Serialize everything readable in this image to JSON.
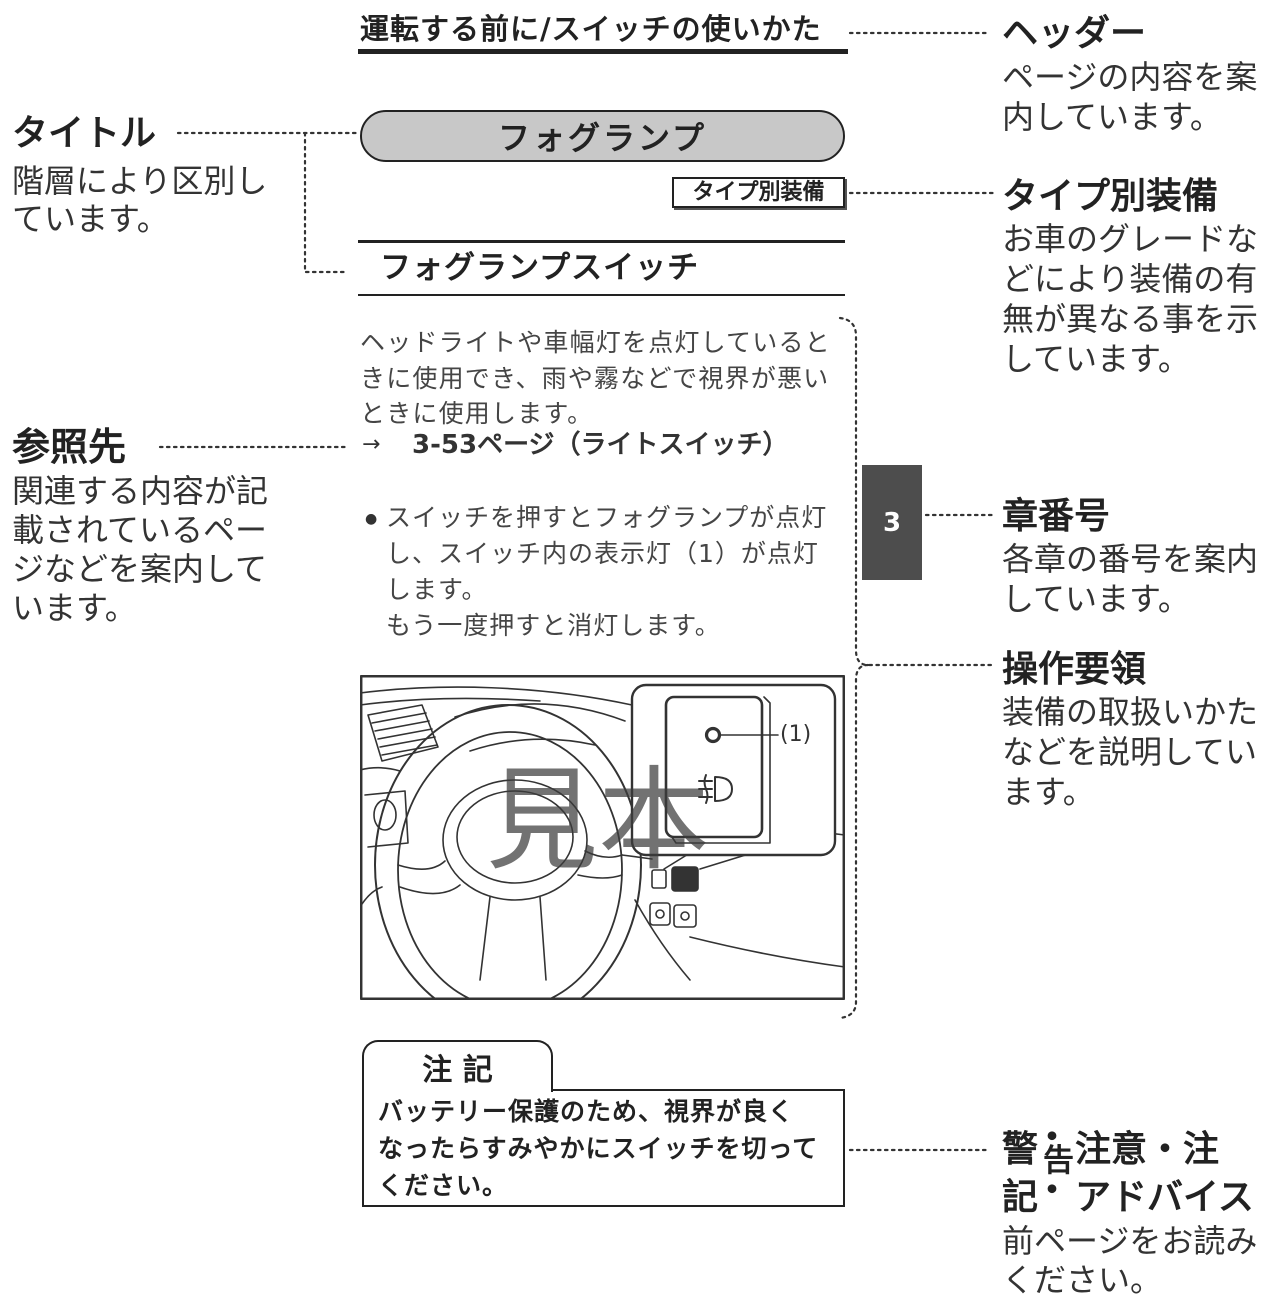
{
  "header": {
    "text": "運転する前に/スイッチの使いかた"
  },
  "title_pill": {
    "text": "フォグランプ"
  },
  "type_badge": {
    "text": "タイプ別装備"
  },
  "section_title": {
    "text": "フォグランプスイッチ"
  },
  "body_lines": [
    "ヘッドライトや車幅灯を点灯していると",
    "きに使用でき、雨や霧などで視界が悪い",
    "ときに使用します。"
  ],
  "reference": {
    "arrow": "→",
    "text": "3-53ページ（ライトスイッチ）"
  },
  "bullet": {
    "marker": "●",
    "lines": [
      "スイッチを押すとフォグランプが点灯",
      "し、スイッチ内の表示灯（1）が点灯",
      "します。",
      "もう一度押すと消灯します。"
    ]
  },
  "illustration": {
    "callout_label": "(1)",
    "watermark": "見本",
    "icons": [
      "steering-wheel-icon",
      "indicator-lamp-icon",
      "fog-lamp-icon"
    ]
  },
  "chapter_tab": {
    "number": "3"
  },
  "note": {
    "tab": "注 記",
    "lines": [
      "バッテリー保護のため、視界が良く",
      "なったらすみやかにスイッチを切って",
      "ください。"
    ]
  },
  "annotations": {
    "header": {
      "label": "ヘッダー",
      "desc": [
        "ページの内容を案",
        "内しています。"
      ]
    },
    "title": {
      "label": "タイトル",
      "desc": [
        "階層により区別し",
        "ています。"
      ]
    },
    "type": {
      "label": "タイプ別装備",
      "desc": [
        "お車のグレードな",
        "どにより装備の有",
        "無が異なる事を示",
        "しています。"
      ]
    },
    "reference": {
      "label": "参照先",
      "desc": [
        "関連する内容が記",
        "載されているペー",
        "ジなどを案内して",
        "います。"
      ]
    },
    "chapter": {
      "label": "章番号",
      "desc": [
        "各章の番号を案内",
        "しています。"
      ]
    },
    "operation": {
      "label": "操作要領",
      "desc": [
        "装備の取扱いかた",
        "などを説明してい",
        "ます。"
      ]
    },
    "warning": {
      "label_a": "警",
      "dot_1": "・",
      "label_overlap": "告",
      "label_b": "注意・注",
      "label_c": "記",
      "dot_2": "・",
      "label_d": "アドバイス",
      "desc": [
        "前ページをお読み",
        "ください。"
      ]
    }
  },
  "colors": {
    "text": "#222222",
    "body_text": "#454545",
    "pill_fill": "#c8c8c8",
    "chapter_tab_fill": "#4d4d4d",
    "chapter_tab_text": "#ffffff"
  }
}
